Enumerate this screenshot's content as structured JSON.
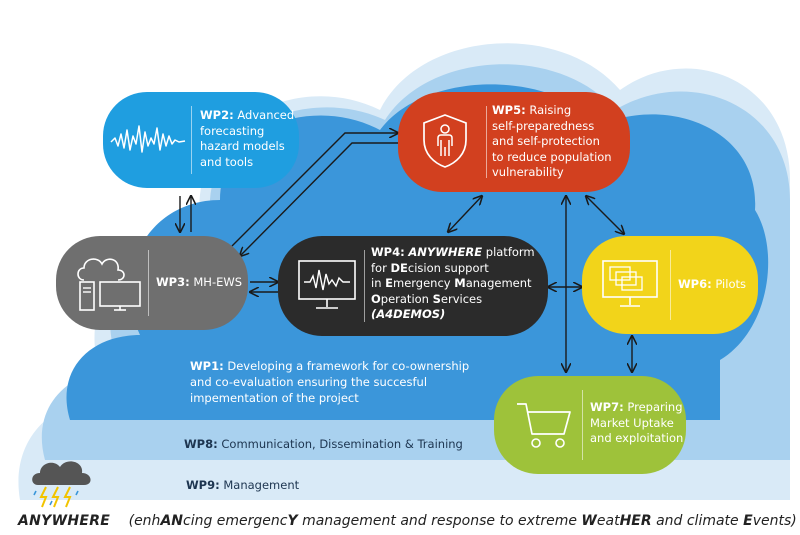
{
  "colors": {
    "wp2": "#1f9ee0",
    "wp3": "#6f6f6f",
    "wp4": "#2b2b2b",
    "wp5": "#d2401f",
    "wp6": "#f2d41a",
    "wp7": "#9ec23a",
    "cloud_outer": "#d9eaf7",
    "cloud_mid": "#a9d1ef",
    "cloud_inner": "#3b96da",
    "wp1_text": "#ffffff",
    "wp8_text": "#1d3550",
    "wp9_text": "#1d3550"
  },
  "boxes": {
    "wp2": {
      "code": "WP2:",
      "lines": [
        "Advanced",
        "forecasting",
        "hazard models",
        "and tools"
      ],
      "icon": "waveform-icon"
    },
    "wp3": {
      "code": "WP3:",
      "rest": "MH-EWS",
      "icon": "cloud-computer-icon"
    },
    "wp4": {
      "l1_code": "WP4:",
      "l1_italic": "ANYWHERE",
      "l1_rest": "platform",
      "l2_a": "for ",
      "l2_b": "DE",
      "l2_c": "cision support",
      "l3_a": "in ",
      "l3_b": "E",
      "l3_c": "mergency ",
      "l3_d": "M",
      "l3_e": "anagement",
      "l4_a": "O",
      "l4_b": "peration ",
      "l4_c": "S",
      "l4_d": "ervices",
      "l5": "(A4DEMOS)",
      "icon": "monitor-chart-icon"
    },
    "wp5": {
      "code": "WP5:",
      "lines": [
        "Raising",
        "self-preparedness",
        "and self-protection",
        "to reduce population",
        "vulnerability"
      ],
      "icon": "shield-person-icon"
    },
    "wp6": {
      "code": "WP6:",
      "rest": "Pilots",
      "icon": "windows-icon"
    },
    "wp7": {
      "code": "WP7:",
      "lines": [
        "Preparing",
        "Market Uptake",
        "and exploitation"
      ],
      "icon": "shopping-cart-icon"
    }
  },
  "regions": {
    "wp1": {
      "code": "WP1:",
      "lines": [
        "Developing a framework for co-ownership",
        "and co-evaluation ensuring the succesful",
        "impementation of the project"
      ]
    },
    "wp8": {
      "code": "WP8:",
      "text": "Communication, Dissemination & Training"
    },
    "wp9": {
      "code": "WP9:",
      "text": "Management"
    }
  },
  "footer": {
    "brand": "ANYWHERE",
    "t1": "(enh",
    "t2": "AN",
    "t3": "cing emergenc",
    "t4": "Y",
    "t5": " management and response to extreme ",
    "t6": "W",
    "t7": "eat",
    "t8": "HER",
    "t9": " and climate ",
    "t10": "E",
    "t11": "vents)",
    "logo_icon": "storm-cloud-icon"
  }
}
